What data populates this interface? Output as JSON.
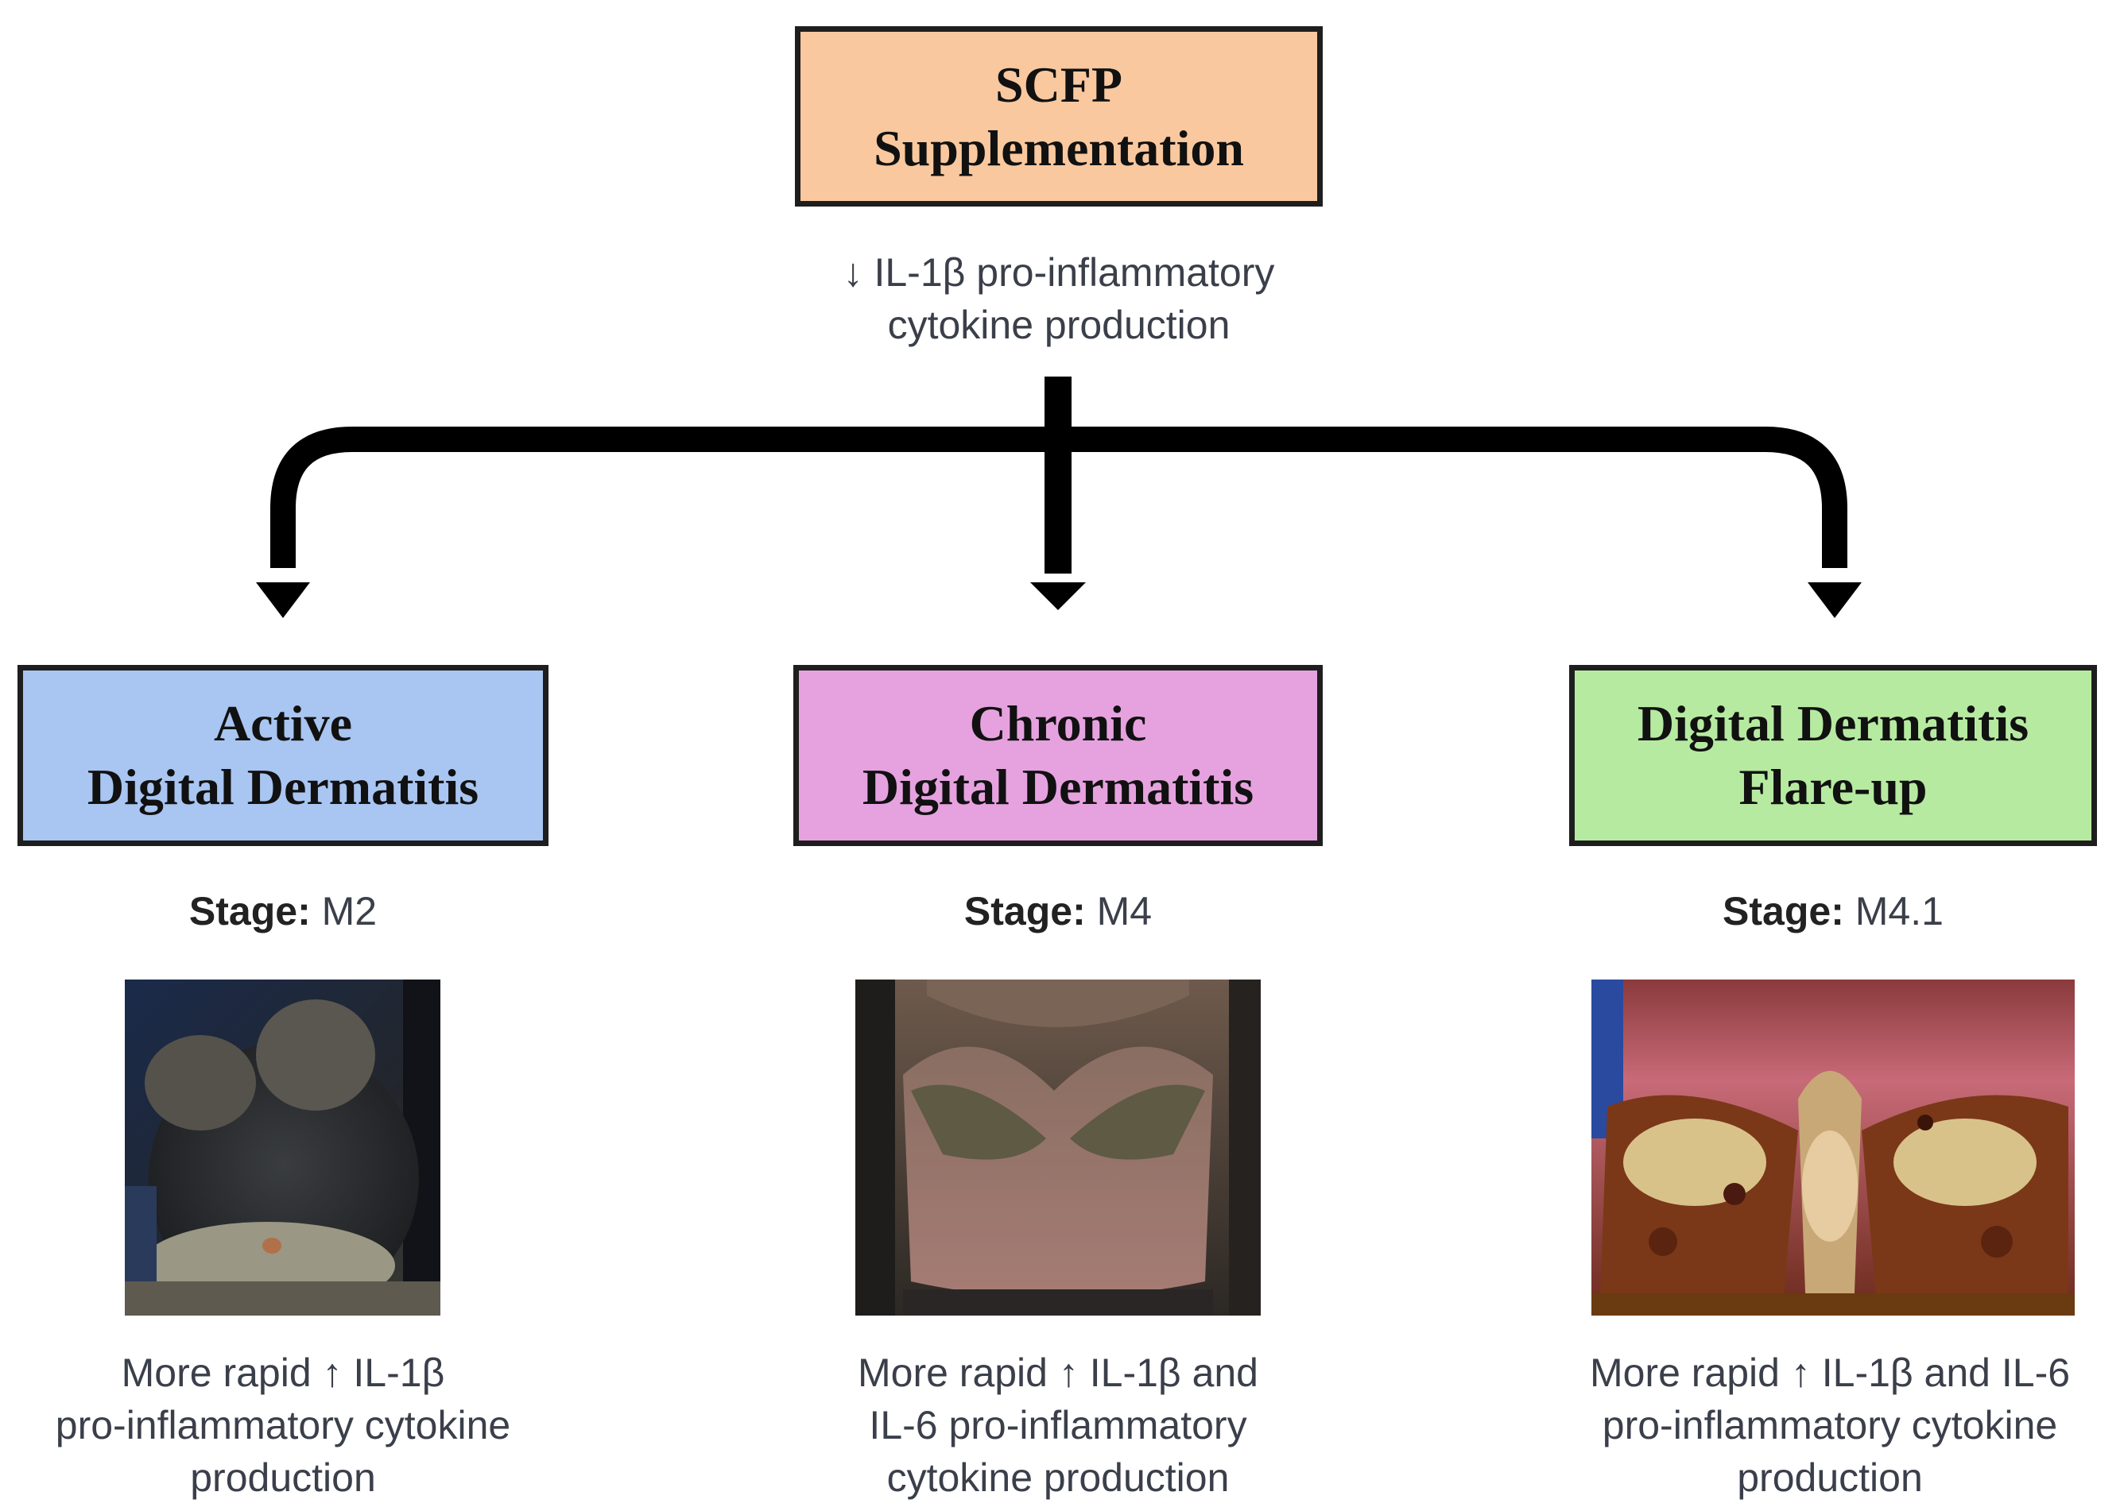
{
  "top": {
    "title_lines": [
      "SCFP",
      "Supplementation"
    ],
    "effect_lines": [
      "↓ IL-1β pro-inflammatory",
      "cytokine production"
    ],
    "color": "#f9c89e"
  },
  "branches": [
    {
      "title_lines": [
        "Active",
        "Digital Dermatitis"
      ],
      "stage_label": "Stage:",
      "stage_value": "M2",
      "effect_lines": [
        "More rapid ↑ IL-1β",
        "pro-inflammatory cytokine",
        "production"
      ],
      "color": "#a9c5f1"
    },
    {
      "title_lines": [
        "Chronic",
        "Digital Dermatitis"
      ],
      "stage_label": "Stage:",
      "stage_value": "M4",
      "effect_lines": [
        "More rapid ↑ IL-1β and",
        "IL-6 pro-inflammatory",
        "cytokine production"
      ],
      "color": "#e6a2df"
    },
    {
      "title_lines": [
        "Digital Dermatitis",
        "Flare-up"
      ],
      "stage_label": "Stage:",
      "stage_value": "M4.1",
      "effect_lines": [
        "More rapid ↑ IL-1β and IL-6",
        "pro-inflammatory cytokine",
        "production"
      ],
      "color": "#b6eaa1"
    }
  ]
}
